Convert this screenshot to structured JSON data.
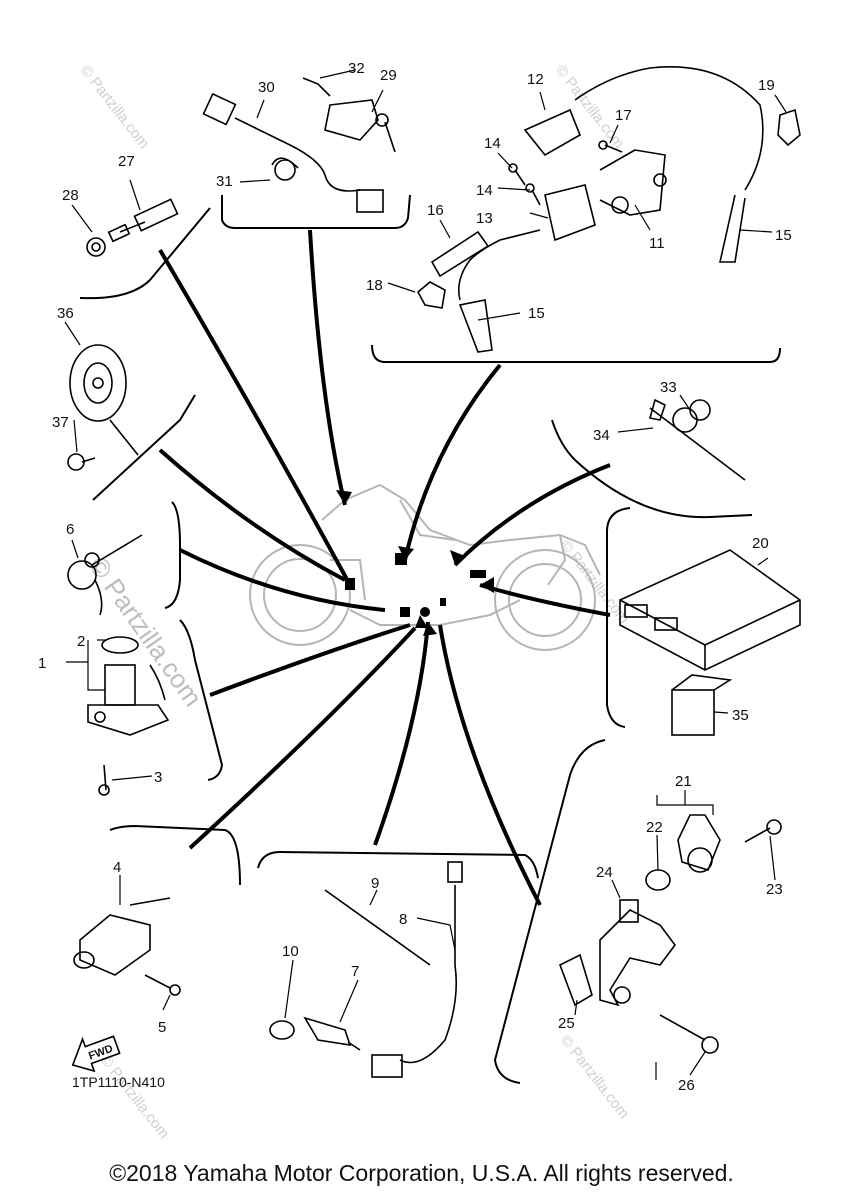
{
  "diagram": {
    "code": "1TP1110-N410",
    "fwd_label": "FWD",
    "watermark": "© Partzilla.com",
    "callouts": [
      "1",
      "2",
      "3",
      "4",
      "5",
      "6",
      "7",
      "8",
      "9",
      "10",
      "11",
      "12",
      "13",
      "14",
      "14",
      "15",
      "15",
      "16",
      "17",
      "18",
      "19",
      "20",
      "21",
      "22",
      "23",
      "24",
      "25",
      "26",
      "27",
      "28",
      "29",
      "30",
      "31",
      "32",
      "33",
      "34",
      "35",
      "36",
      "37"
    ]
  },
  "footer": {
    "copyright": "©2018 Yamaha Motor Corporation, U.S.A. All rights reserved."
  }
}
